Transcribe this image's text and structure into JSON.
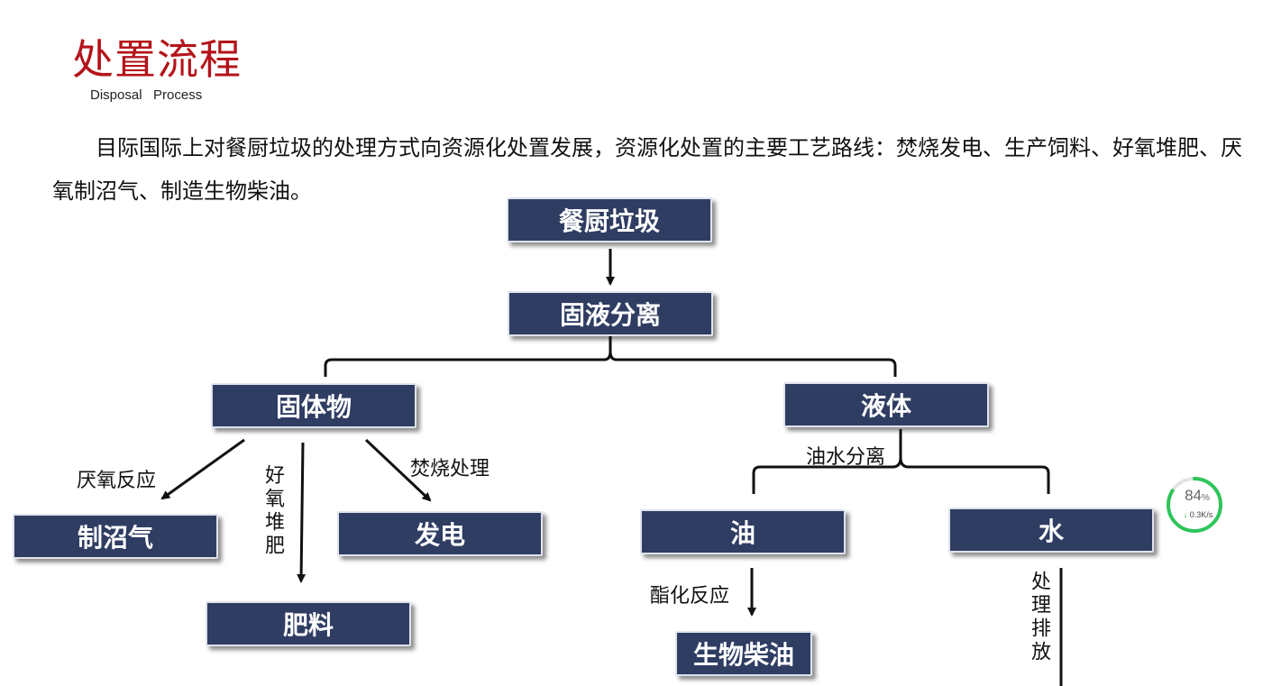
{
  "header": {
    "title": "处置流程",
    "subtitle": "Disposal   Process"
  },
  "intro": "目际国际上对餐厨垃圾的处理方式向资源化处置发展，资源化处置的主要工艺路线：焚烧发电、生产饲料、好氧堆肥、厌氧制沼气、制造生物柴油。",
  "nodes": {
    "kitchen_waste": "餐厨垃圾",
    "solid_liquid_separation": "固液分离",
    "solid": "固体物",
    "liquid": "液体",
    "biogas": "制沼气",
    "power": "发电",
    "fertilizer": "肥料",
    "oil": "油",
    "water": "水",
    "biodiesel": "生物柴油"
  },
  "edge_labels": {
    "anaerobic": "厌氧反应",
    "aerobic": "好氧堆肥",
    "incineration": "焚烧处理",
    "oil_water_separation": "油水分离",
    "esterification": "酯化反应",
    "treat_discharge": "处理排放"
  },
  "widget": {
    "percent": "84",
    "percent_unit": "%",
    "arrow": "↓",
    "speed": "0.3K/s",
    "fraction": 0.84,
    "ring_color": "#2fc55a"
  },
  "colors": {
    "title": "#b3141a",
    "node_fill": "#2f3d63"
  }
}
